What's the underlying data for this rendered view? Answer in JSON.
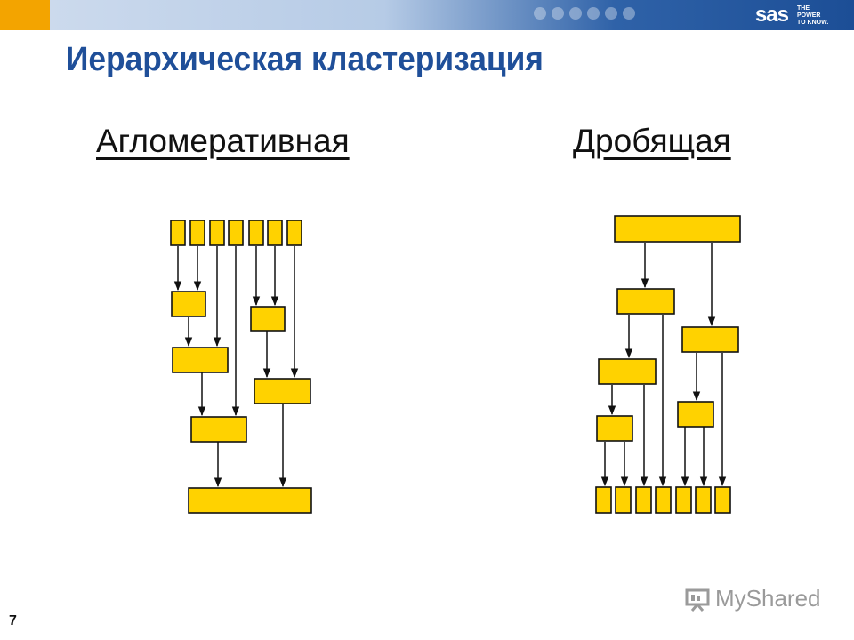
{
  "header": {
    "brand": "sas",
    "tagline_lines": [
      "THE",
      "POWER",
      "TO KNOW."
    ]
  },
  "slide": {
    "title": "Иерархическая кластеризация",
    "subtitle_left": "Агломеративная",
    "subtitle_right": "Дробящая",
    "page_number": "7"
  },
  "watermark": {
    "text": "MyShared"
  },
  "colors": {
    "box_fill": "#ffd200",
    "title": "#1f4f99",
    "top_bar": "#1c4e96",
    "accent": "#f3a400"
  }
}
